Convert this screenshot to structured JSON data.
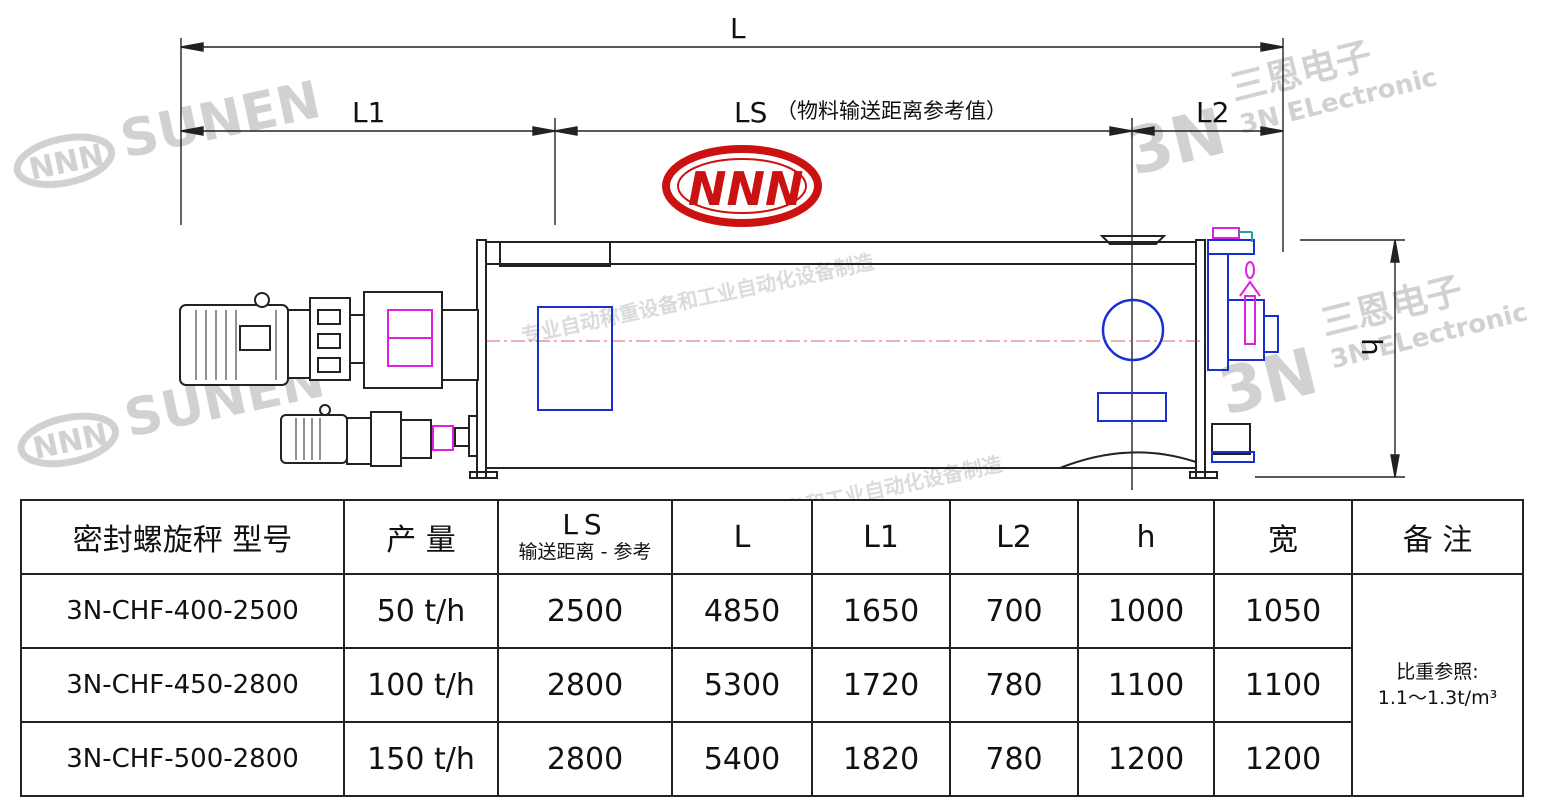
{
  "dimensions": {
    "L": "L",
    "L1": "L1",
    "LS": "LS",
    "LS_note": "（物料输送距离参考值）",
    "L2": "L2",
    "h": "h"
  },
  "logo_text": "NNN",
  "watermarks": {
    "sunen": "SUNEN",
    "nnn": "NNN",
    "three_n": "3N",
    "three_n_cn": "三恩电子",
    "three_n_en": "3N ELectronic",
    "slogan": "专业自动称重设备和工业自动化设备制造"
  },
  "table": {
    "headers": {
      "model": "密封螺旋秤  型号",
      "capacity": "产  量",
      "ls_main": "LS",
      "ls_sub": "输送距离 - 参考",
      "L": "L",
      "L1": "L1",
      "L2": "L2",
      "h": "h",
      "width": "宽",
      "remark": "备  注"
    },
    "rows": [
      {
        "model": "3N-CHF-400-2500",
        "capacity": "50 t/h",
        "ls": "2500",
        "L": "4850",
        "L1": "1650",
        "L2": "700",
        "h": "1000",
        "width": "1050"
      },
      {
        "model": "3N-CHF-450-2800",
        "capacity": "100 t/h",
        "ls": "2800",
        "L": "5300",
        "L1": "1720",
        "L2": "780",
        "h": "1100",
        "width": "1100"
      },
      {
        "model": "3N-CHF-500-2800",
        "capacity": "150 t/h",
        "ls": "2800",
        "L": "5400",
        "L1": "1820",
        "L2": "780",
        "h": "1200",
        "width": "1200"
      }
    ],
    "remark_line1": "比重参照:",
    "remark_line2": "1.1～1.3t/m³"
  },
  "colors": {
    "logo_red": "#cc1111",
    "outline_blue": "#1a2fd0",
    "accent_magenta": "#e020e0",
    "watermark_grey": "#c9c9c9"
  }
}
